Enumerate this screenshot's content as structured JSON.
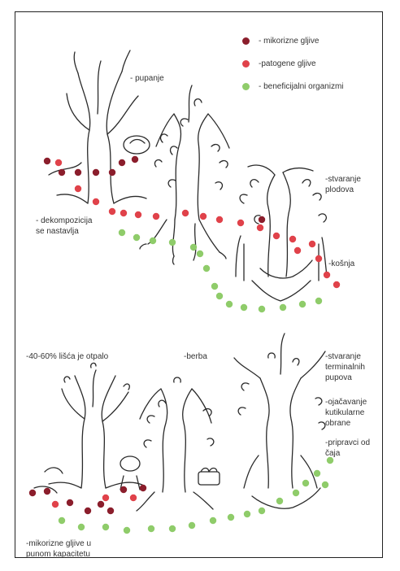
{
  "legend": [
    {
      "label": "- mikorizne gljive",
      "color": "#8b1e2c"
    },
    {
      "label": "-patogene gljive",
      "color": "#e0424a"
    },
    {
      "label": "- beneficijalni organizmi",
      "color": "#8fcc6a"
    }
  ],
  "labels": {
    "pupanje": "- pupanje",
    "dekomp_1": "- dekompozicija",
    "dekomp_2": "se nastavlja",
    "stvaranje_1": "-stvaranje",
    "stvaranje_2": "plodova",
    "kosnja": "-košnja",
    "lisce": "-40-60% lišća je otpalo",
    "berba": "-berba",
    "term_1": "-stvaranje",
    "term_2": "terminalnih",
    "term_3": "pupova",
    "ojac_1": "-ojačavanje",
    "ojac_2": "kutikularne",
    "ojac_3": "obrane",
    "prip_1": "-pripravci od",
    "prip_2": "čaja",
    "mik_1": "-mikorizne gljive u",
    "mik_2": "punom kapacitetu"
  },
  "colors": {
    "mikorizne": "#8b1e2c",
    "patogene": "#e0424a",
    "beneficijalni": "#8fcc6a",
    "ink": "#2a2a2a"
  }
}
